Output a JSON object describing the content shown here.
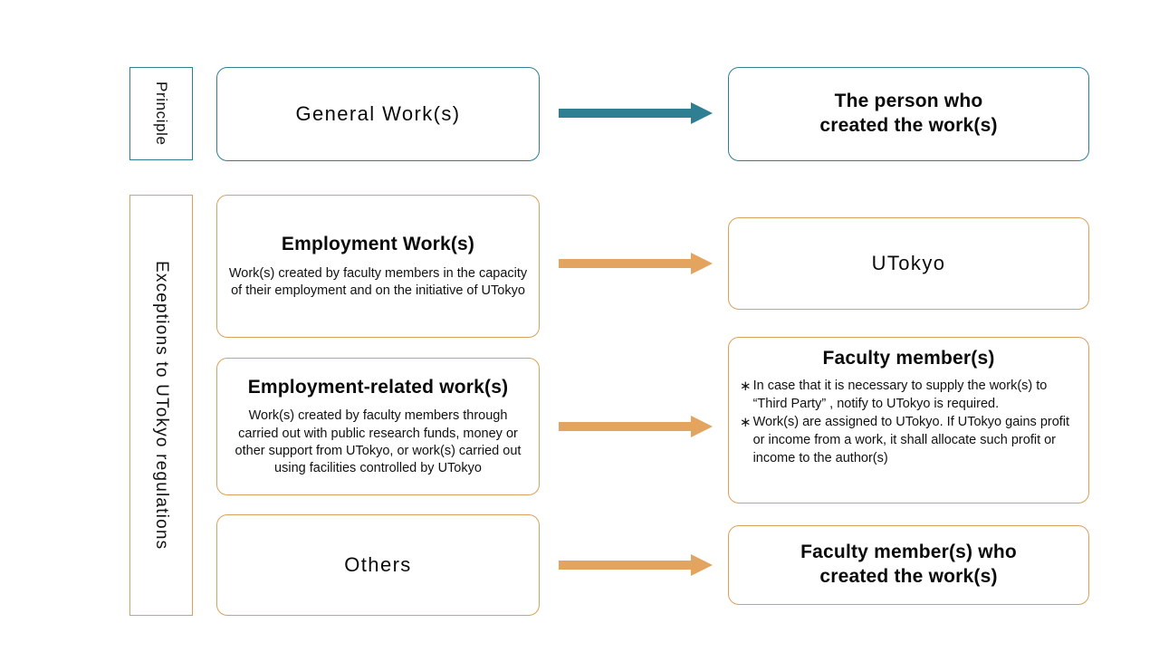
{
  "diagram": {
    "colors": {
      "teal": "#2E7F91",
      "orange": "#D9A15C",
      "arrow_teal": "#2E7F91",
      "arrow_orange": "#E3A45F"
    },
    "rails": [
      {
        "id": "principle",
        "label": "Principle"
      },
      {
        "id": "exceptions",
        "label": "Exceptions to UTokyo regulations"
      }
    ],
    "rows": [
      {
        "id": "general",
        "source": {
          "title": "General Work(s)",
          "desc": ""
        },
        "arrow": "arrow-right-teal",
        "target": {
          "title": "The person who\ncreated the work(s)"
        }
      },
      {
        "id": "employment",
        "source": {
          "title": "Employment Work(s)",
          "desc": "Work(s) created by faculty members in the capacity of their employment and on the initiative of UTokyo"
        },
        "arrow": "arrow-right-orange",
        "target": {
          "title": "UTokyo"
        }
      },
      {
        "id": "employment-related",
        "source": {
          "title": "Employment-related work(s)",
          "desc": "Work(s) created by faculty members through carried out with public research funds, money or other support from UTokyo, or work(s) carried out using facilities controlled by UTokyo"
        },
        "arrow": "arrow-right-orange",
        "target": {
          "title": "Faculty member(s)",
          "notes": [
            "In case that it is necessary to supply the work(s) to “Third Party” , notify to UTokyo is required.",
            "Work(s) are assigned to UTokyo. If UTokyo gains profit or income from a work, it shall allocate such profit or income to the author(s)"
          ],
          "note_marker": "∗"
        }
      },
      {
        "id": "others",
        "source": {
          "title": "Others",
          "desc": ""
        },
        "arrow": "arrow-right-orange",
        "target": {
          "title": "Faculty member(s) who\ncreated the work(s)"
        }
      }
    ]
  }
}
